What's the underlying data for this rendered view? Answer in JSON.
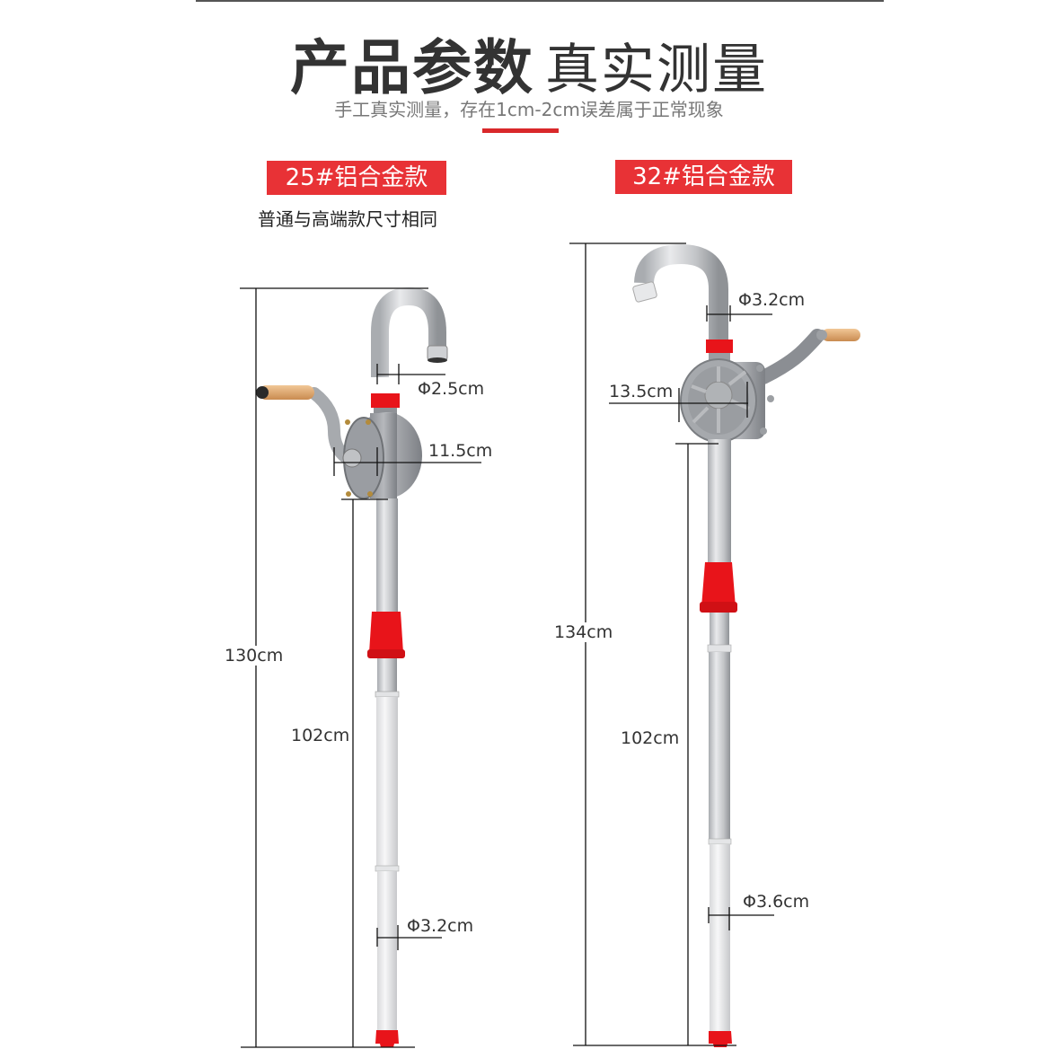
{
  "header": {
    "title_bold": "产品参数",
    "title_light": "真实测量",
    "subtitle": "手工真实测量，存在1cm-2cm误差属于正常现象",
    "accent_color": "#d9282a"
  },
  "products": [
    {
      "badge": "25#铝合金款",
      "note": "普通与高端款尺寸相同",
      "total_height": "130cm",
      "tube_length": "102cm",
      "spout_diameter": "Φ2.5cm",
      "pump_body_width": "11.5cm",
      "tube_diameter": "Φ3.2cm"
    },
    {
      "badge": "32#铝合金款",
      "total_height": "134cm",
      "tube_length": "102cm",
      "spout_diameter": "Φ3.2cm",
      "pump_body_width": "13.5cm",
      "tube_diameter": "Φ3.6cm"
    }
  ],
  "colors": {
    "badge_bg": "#e83236",
    "pump_red": "#e8141a",
    "aluminum": "#c9cbce",
    "handle_wood": "#d9a06a"
  }
}
